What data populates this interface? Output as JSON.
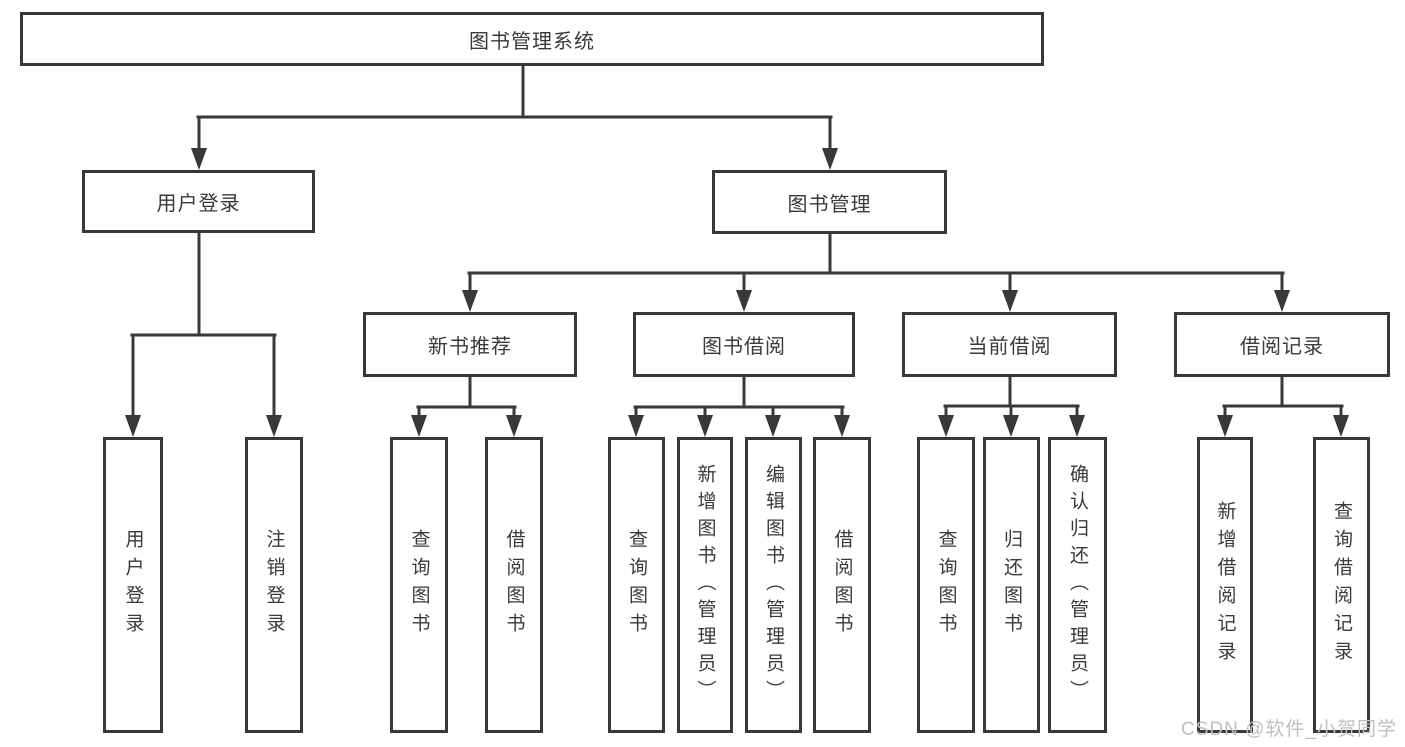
{
  "page": {
    "background": "#ffffff"
  },
  "colors": {
    "line": "#383838",
    "box_border": "#383838",
    "text": "#3a3a3a",
    "watermark": "#c0c0c0"
  },
  "tree": {
    "label": "图书管理系统",
    "children": [
      {
        "label": "用户登录",
        "children": [
          {
            "label": "用户登录"
          },
          {
            "label": "注销登录"
          }
        ]
      },
      {
        "label": "图书管理",
        "children": [
          {
            "label": "新书推荐",
            "children": [
              {
                "label": "查询图书"
              },
              {
                "label": "借阅图书"
              }
            ]
          },
          {
            "label": "图书借阅",
            "children": [
              {
                "label": "查询图书"
              },
              {
                "label": "新增图书（管理员）"
              },
              {
                "label": "编辑图书（管理员）"
              },
              {
                "label": "借阅图书"
              }
            ]
          },
          {
            "label": "当前借阅",
            "children": [
              {
                "label": "查询图书"
              },
              {
                "label": "归还图书"
              },
              {
                "label": "确认归还（管理员）"
              }
            ]
          },
          {
            "label": "借阅记录",
            "children": [
              {
                "label": "新增借阅记录"
              },
              {
                "label": "查询借阅记录"
              }
            ]
          }
        ]
      }
    ]
  },
  "watermark": {
    "text": "CSDN @软件_小贺同学"
  }
}
